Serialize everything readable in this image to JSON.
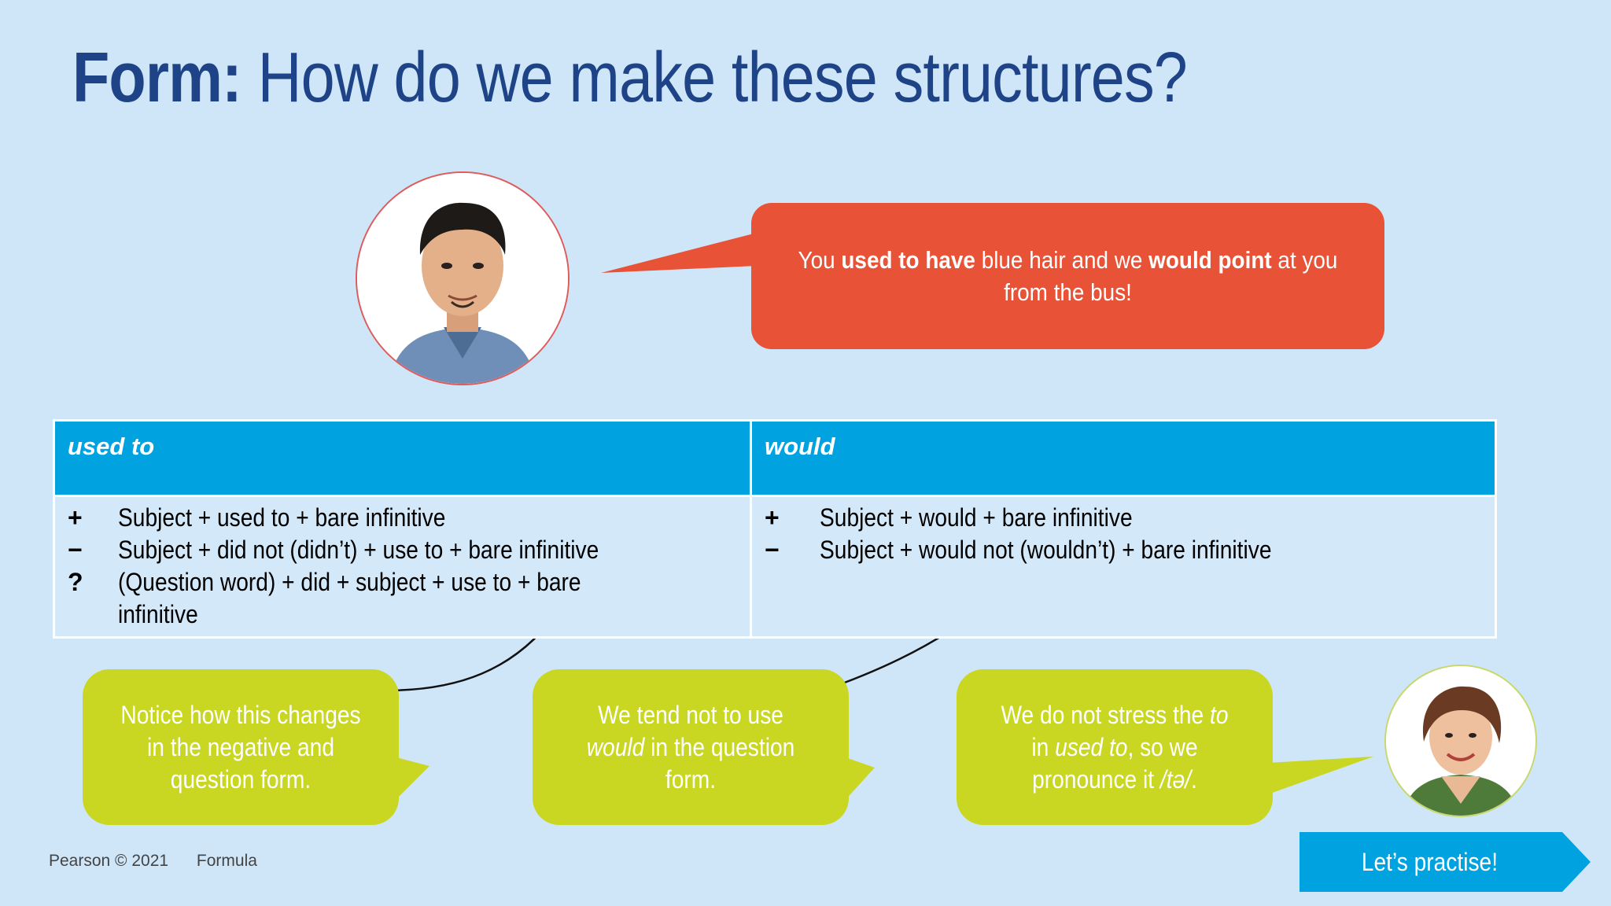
{
  "title": {
    "bold": "Form:",
    "rest": "How do we make these structures?"
  },
  "speech": {
    "t1": "You ",
    "b1": "used to have",
    "t2": " blue hair and we ",
    "b2": "would point",
    "t3": " at you from the bus!"
  },
  "table": {
    "col_used": "used to",
    "col_would": "would",
    "used_rows": [
      {
        "sym": "+",
        "text": "Subject + used to + bare infinitive"
      },
      {
        "sym": "−",
        "text": "Subject + did not (didn’t) + use to + bare infinitive"
      },
      {
        "sym": "?",
        "text": "(Question word) + did + subject + use to + bare infinitive"
      }
    ],
    "would_rows": [
      {
        "sym": "+",
        "text": "Subject + would + bare infinitive"
      },
      {
        "sym": "−",
        "text": "Subject + would not (wouldn’t) + bare infinitive"
      }
    ]
  },
  "notes": {
    "note1": "Notice how this changes in the negative and question form.",
    "note2_a": "We tend not to use ",
    "note2_i": "would",
    "note2_b": " in the question form.",
    "note3_a": "We do not stress the ",
    "note3_i1": "to",
    "note3_b": " in ",
    "note3_i2": "used to",
    "note3_c": ", so we pronounce it ",
    "note3_i3": "/tə/",
    "note3_d": "."
  },
  "footer": {
    "copyright": "Pearson  © 2021",
    "product": "Formula"
  },
  "practise_button": "Let’s practise!",
  "colors": {
    "title": "#1e4387",
    "red_bubble": "#e85236",
    "green_bubble": "#c9d722",
    "table_header": "#00a3e0",
    "background": "#cfe6f9"
  }
}
